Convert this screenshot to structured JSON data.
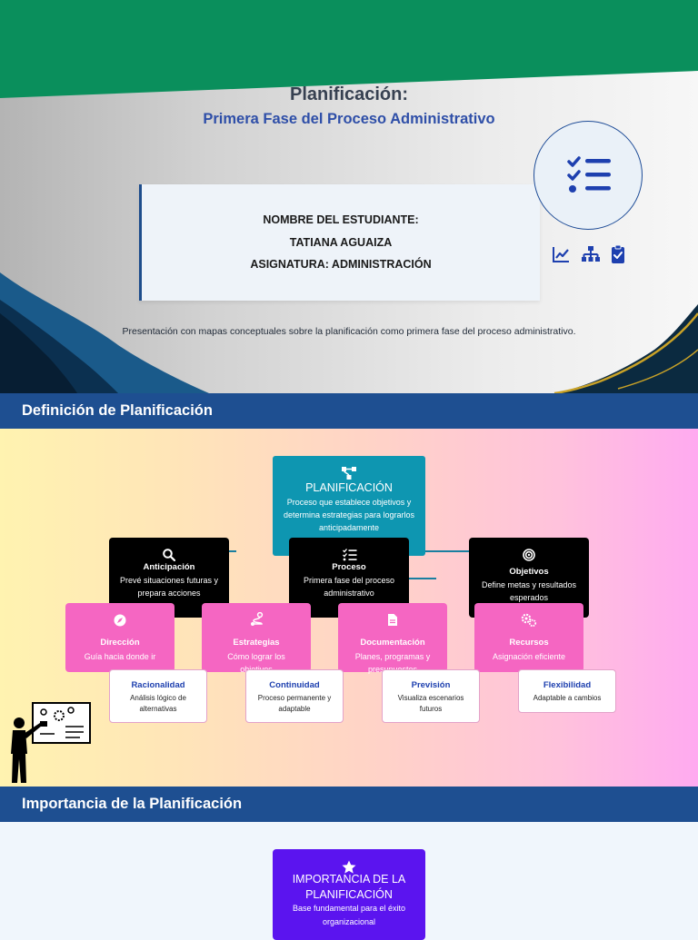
{
  "cover": {
    "title": "Planificación:",
    "subtitle": "Primera Fase del Proceso Administrativo",
    "student_label": "NOMBRE DEL ESTUDIANTE:",
    "student_name": "TATIANA AGUAIZA",
    "subject": "ASIGNATURA: ADMINISTRACIÓN",
    "description": "Presentación con mapas conceptuales sobre la planificación como primera fase del proceso administrativo.",
    "icons": [
      "checklist-icon",
      "chart-line-icon",
      "sitemap-icon",
      "clipboard-check-icon"
    ],
    "colors": {
      "green_band": "#0a8f5c",
      "accent_blue": "#1e4c97",
      "gold": "#c9a227"
    }
  },
  "definition": {
    "header": "Definición de Planificación",
    "central": {
      "icon": "diagram-icon",
      "title": "PLANIFICACIÓN",
      "text": "Proceso que establece objetivos y determina estrategias para lograrlos anticipadamente"
    },
    "level1": [
      {
        "icon": "search-icon",
        "title": "Anticipación",
        "text": "Prevé situaciones futuras y prepara acciones"
      },
      {
        "icon": "list-check-icon",
        "title": "Proceso",
        "text": "Primera fase del proceso administrativo"
      },
      {
        "icon": "target-icon",
        "title": "Objetivos",
        "text": "Define metas y resultados esperados"
      }
    ],
    "level2": [
      {
        "icon": "compass-icon",
        "title": "Dirección",
        "text": "Guía hacia donde ir"
      },
      {
        "icon": "route-icon",
        "title": "Estrategias",
        "text": "Cómo lograr los objetivos"
      },
      {
        "icon": "file-icon",
        "title": "Documentación",
        "text": "Planes, programas y presupuestos"
      },
      {
        "icon": "gears-icon",
        "title": "Recursos",
        "text": "Asignación eficiente"
      }
    ],
    "level3": [
      {
        "title": "Racionalidad",
        "text": "Análisis lógico de alternativas"
      },
      {
        "title": "Continuidad",
        "text": "Proceso permanente y adaptable"
      },
      {
        "title": "Previsión",
        "text": "Visualiza escenarios futuros"
      },
      {
        "title": "Flexibilidad",
        "text": "Adaptable a cambios"
      }
    ]
  },
  "importance": {
    "header": "Importancia de la Planificación",
    "box": {
      "icon": "star-icon",
      "title": "IMPORTANCIA DE LA PLANIFICACIÓN",
      "text": "Base fundamental para el éxito organizacional"
    }
  }
}
